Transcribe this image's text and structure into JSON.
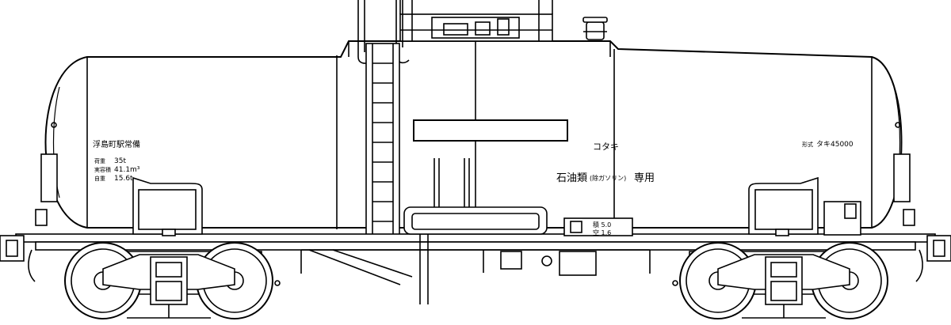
{
  "labels": {
    "home_station": "浮島町駅常備",
    "load_label": "荷重",
    "load_value": "35t",
    "capacity_label": "実容積",
    "capacity_value": "41.1m³",
    "tare_label": "自重",
    "tare_value": "15.6t",
    "model_prefix": "形式",
    "model_number": "タキ45000",
    "reporting_mark": "コタキ",
    "cargo_main": "石油類",
    "cargo_note": "(除ガソリン)",
    "cargo_suffix": "専用",
    "inspection_1": "積 5.0",
    "inspection_2": "空 1.6"
  },
  "colors": {
    "line": "#000000",
    "fill": "#ffffff"
  }
}
